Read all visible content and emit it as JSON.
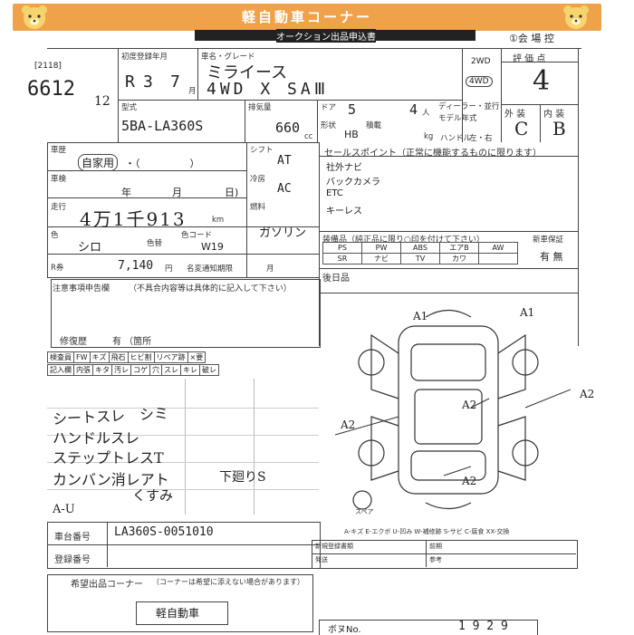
{
  "header": {
    "banner_title": "軽自動車コーナー",
    "form_title": "オークション出品申込書",
    "venue": "①会 場 控"
  },
  "left_margin": {
    "code": "[2118]",
    "lot": "6612",
    "lot_suffix": "12"
  },
  "vehicle": {
    "reg_label": "初度登録年月",
    "reg_era": "R",
    "reg_year": "3",
    "reg_month": "7",
    "reg_month_unit": "月",
    "name_label": "車名・グレード",
    "name": "ミライース",
    "grade": "4WD X SAⅢ",
    "drive_options": [
      "2WD",
      "4WD"
    ],
    "model_label": "型式",
    "model": "5BA-LA360S",
    "displacement_label": "排気量",
    "displacement": "660",
    "displacement_unit": "cc",
    "doors_label": "ドア",
    "doors": "5",
    "seats": "4",
    "seats_unit": "人",
    "shape_label": "形状",
    "shape": "HB",
    "capacity_label": "積載",
    "capacity_unit": "kg",
    "dealer_label": "ディーラー・並行",
    "model_year_label": "モデル年式",
    "handle_label": "ハンドル",
    "handle_options": "左・右"
  },
  "score": {
    "label": "評 価 点",
    "value": "4",
    "ext_label": "外 装",
    "int_label": "内 装",
    "ext": "C",
    "int": "B"
  },
  "usage": {
    "label": "車歴",
    "value": "自家用",
    "rest": "・（　　　　　）"
  },
  "inspection": {
    "label": "車検",
    "year_label": "年",
    "month_label": "月",
    "day_label": "日)"
  },
  "mileage": {
    "label": "走行",
    "value": "4万1千913",
    "unit": "km"
  },
  "shift": {
    "label": "シフト",
    "value": "AT"
  },
  "ac": {
    "label": "冷房",
    "value": "AC"
  },
  "fuel": {
    "label": "燃料",
    "value": "ガソリン"
  },
  "color": {
    "label": "色",
    "value": "シロ",
    "tone_label": "色替",
    "code_label": "色コード",
    "code": "W19"
  },
  "recycle": {
    "label": "R券",
    "value": "7,140",
    "unit": "円",
    "tax_label": "名変通知期限",
    "tax_month": "月"
  },
  "notes": {
    "label": "注意事項申告欄",
    "hint": "（不具合内容等は具体的に記入して下さい）",
    "repair_label": "修復歴",
    "repair_value": "有 （箇所"
  },
  "check_rows": {
    "row1_label": "検査員",
    "row1": [
      "FW",
      "キズ",
      "飛石",
      "ヒビ割",
      "リペア跡",
      "×要"
    ],
    "row2_label": "記入欄",
    "row2": [
      "内張",
      "キタ",
      "汚レ",
      "コゲ",
      "穴",
      "スレ",
      "キレ",
      "破レ"
    ]
  },
  "handwritten": [
    "シートスレ　シミ",
    "ハンドルスレ",
    "ステップトレスT",
    "カンバン消レアト",
    "くすみ"
  ],
  "handwritten_side": "下廻りS",
  "au_note": "A-U",
  "sales_points": {
    "label": "セールスポイント（正常に機能するものに限ります）",
    "items": [
      "社外ナビ",
      "バックカメラ",
      "ETC",
      "キーレス"
    ]
  },
  "equipment": {
    "label": "装備品（純正品に限り○印を付けて下さい）",
    "row1": [
      "PS",
      "PW",
      "ABS",
      "エアB",
      "AW"
    ],
    "row2": [
      "SR",
      "ナビ",
      "TV",
      "カワ"
    ],
    "new_label": "新車保証",
    "new_value": "有 無"
  },
  "rear_label": "後日品",
  "diagram": {
    "marks": [
      "A1",
      "A1",
      "A2",
      "A2",
      "A2",
      "A2"
    ],
    "legend": "A-キズ E-エクボ U-凹み W-補修跡 S-サビ C-腐食 XX-交換",
    "spare_label": "スペア"
  },
  "chassis": {
    "label": "車台番号",
    "value": "LA360S-0051010",
    "reg_label": "登録番号"
  },
  "bottom_right": {
    "r1": "新規登録書類",
    "r2": "発送",
    "r3": "前期",
    "r4": "参考"
  },
  "hope": {
    "label": "希望出品コーナー",
    "hint": "（コーナーは希望に添えない場合があります）",
    "value": "軽自動車"
  },
  "footer": {
    "left_label": "ボヌNo.",
    "number": "1 9 2 9"
  }
}
